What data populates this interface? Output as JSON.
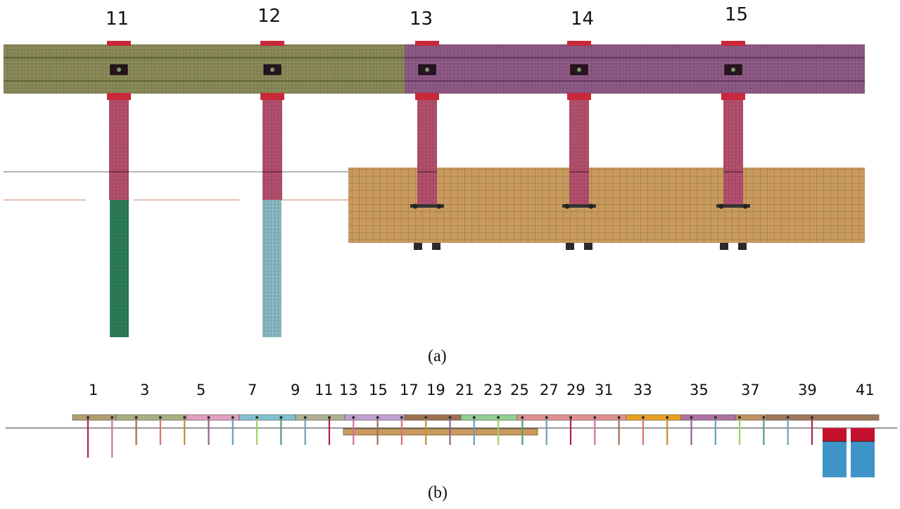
{
  "panel_a": {
    "caption": "(a)",
    "post_labels": [
      "11",
      "12",
      "13",
      "14",
      "15"
    ],
    "colors": {
      "rail_left": "#8a8a5a",
      "rail_right": "#8e5a86",
      "post": "#b4506e",
      "post_cap": "#c9283a",
      "soil_block": "#c89a5e",
      "embed_11": "#2e7d5a",
      "embed_12": "#8ab8c0"
    }
  },
  "panel_b": {
    "caption": "(b)",
    "post_labels": [
      "1",
      "3",
      "5",
      "7",
      "9",
      "11",
      "13",
      "15",
      "17",
      "19",
      "21",
      "23",
      "25",
      "27",
      "29",
      "31",
      "33",
      "35",
      "37",
      "39",
      "41"
    ],
    "colors": {
      "barrel_top": "#c4122e",
      "barrel_body": "#3e94c8"
    }
  }
}
